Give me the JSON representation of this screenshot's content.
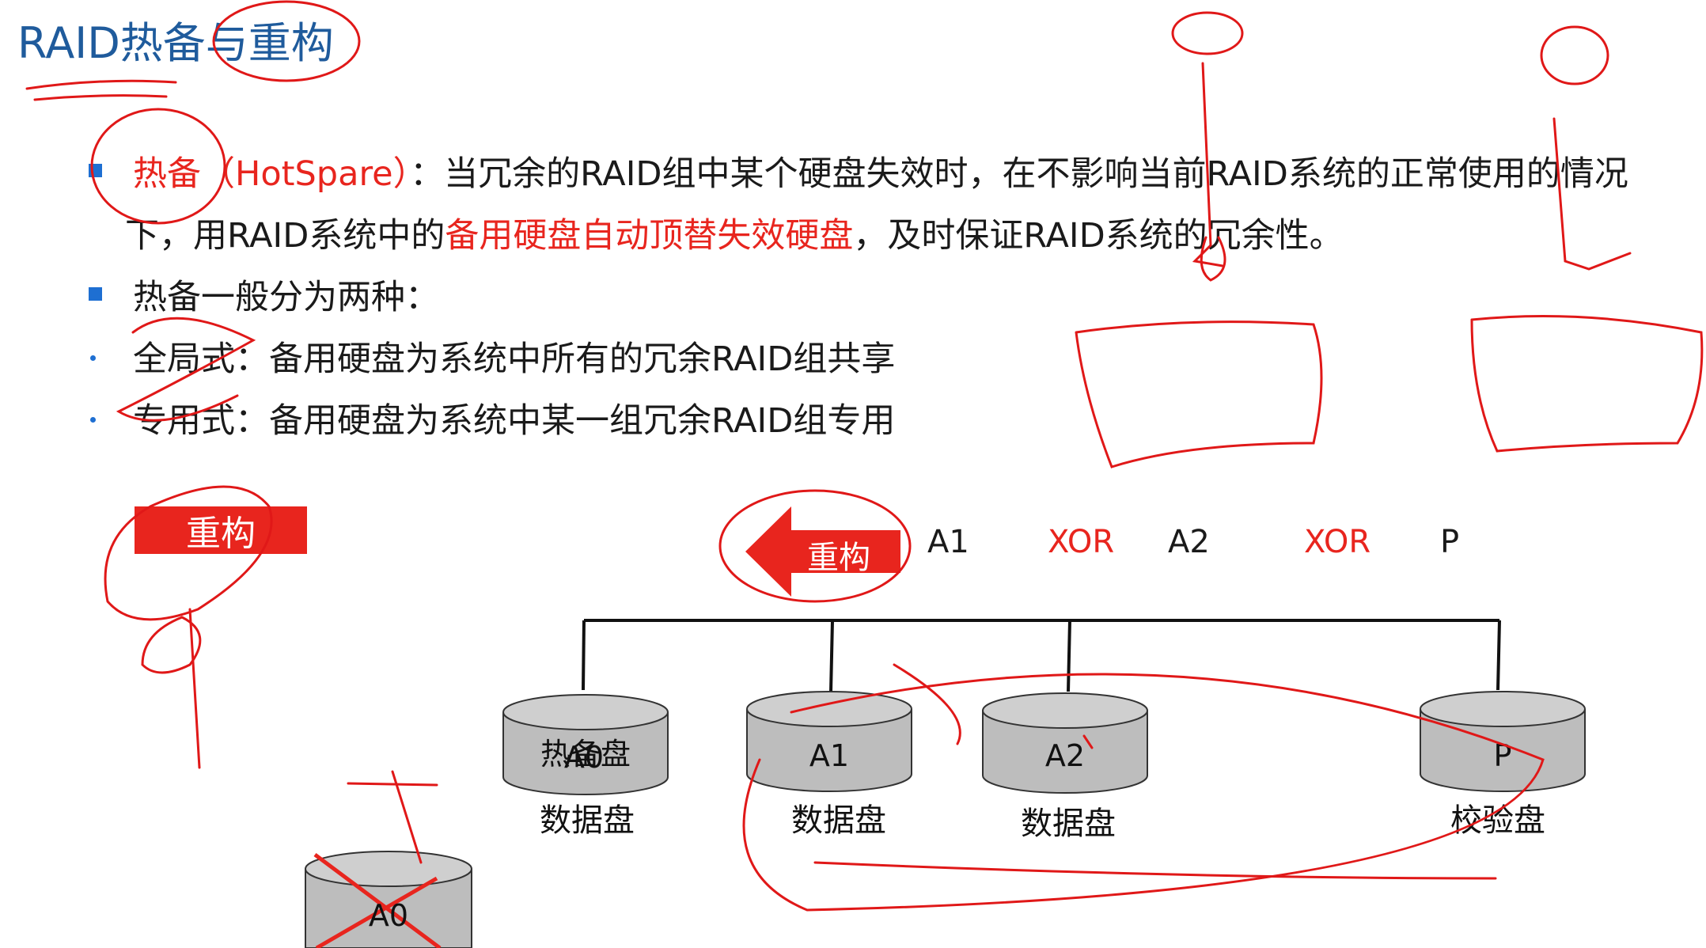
{
  "slide": {
    "title": "RAID热备与重构",
    "bullets": [
      {
        "line1_red": "热备（HotSpare）",
        "line1_rest": "：当冗余的RAID组中某个硬盘失效时，在不影响当前RAID系统的正常使用的情况",
        "line2_start": "下，用RAID系统中的",
        "line2_red": "备用硬盘自动顶替失效硬盘",
        "line2_end": "，及时保证RAID系统的冗余性。"
      },
      {
        "text": "热备一般分为两种："
      },
      {
        "text": "全局式：备用硬盘为系统中所有的冗余RAID组共享"
      },
      {
        "text": "专用式：备用硬盘为系统中某一组冗余RAID组专用"
      }
    ]
  },
  "diagram": {
    "rebuild_badge": "重构",
    "rebuild_arrow": "重构",
    "equation": [
      "A1",
      "XOR",
      "A2",
      "XOR",
      "P"
    ],
    "disks": [
      {
        "top": "热备盘",
        "overlay": "A0",
        "caption": "数据盘"
      },
      {
        "top": "A1",
        "caption": "数据盘"
      },
      {
        "top": "A2",
        "caption": "数据盘"
      },
      {
        "top": "P",
        "caption": "校验盘"
      }
    ],
    "failed_disk": "A0"
  },
  "colors": {
    "title": "#1f5b9c",
    "accent_red": "#e8251e",
    "bullet_blue": "#1e6fd2",
    "disk_gray": "#bdbdbd"
  }
}
